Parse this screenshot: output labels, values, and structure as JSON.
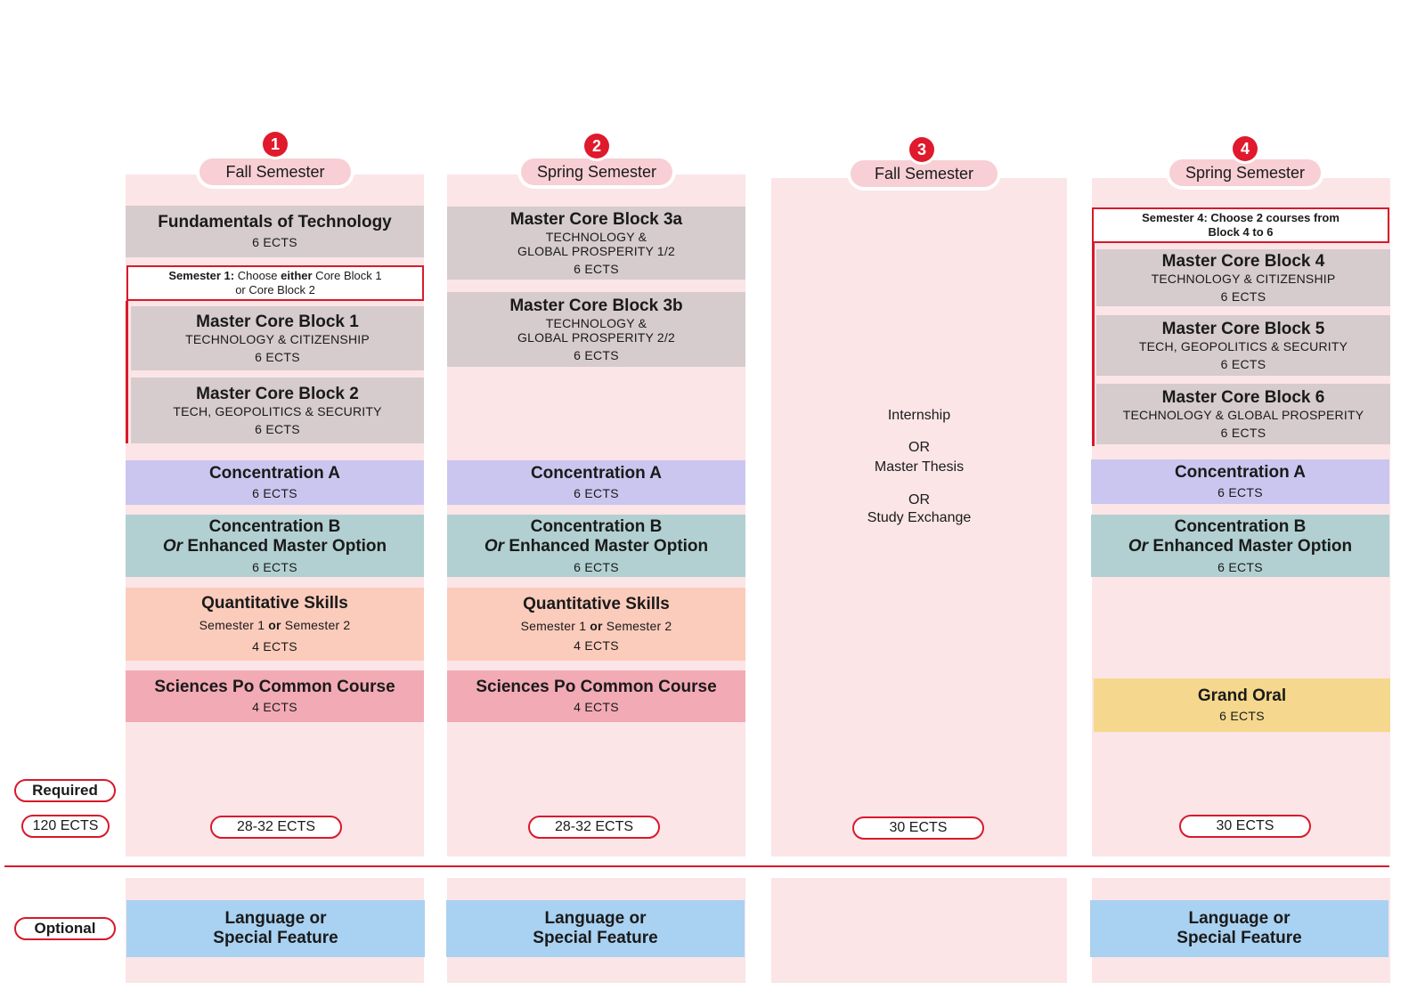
{
  "semesters": [
    {
      "number": "1",
      "label": "Fall Semester",
      "total": "28-32 ECTS"
    },
    {
      "number": "2",
      "label": "Spring Semester",
      "total": "28-32 ECTS"
    },
    {
      "number": "3",
      "label": "Fall Semester",
      "total": "30 ECTS"
    },
    {
      "number": "4",
      "label": "Spring Semester",
      "total": "30 ECTS"
    }
  ],
  "sem1": {
    "fundamentals": {
      "title": "Fundamentals of Technology",
      "ects": "6 ECTS"
    },
    "note": {
      "bold1": "Semester 1:",
      "text1": " Choose ",
      "bold2": "either",
      "text2": " Core Block 1",
      "line2": "or Core Block 2"
    },
    "core1": {
      "title": "Master Core Block 1",
      "sub": "TECHNOLOGY & CITIZENSHIP",
      "ects": "6 ECTS"
    },
    "core2": {
      "title": "Master Core Block 2",
      "sub": "TECH, GEOPOLITICS & SECURITY",
      "ects": "6 ECTS"
    }
  },
  "sem2": {
    "core3a": {
      "title": "Master Core Block 3a",
      "sub1": "TECHNOLOGY &",
      "sub2": "GLOBAL PROSPERITY 1/2",
      "ects": "6 ECTS"
    },
    "core3b": {
      "title": "Master Core Block 3b",
      "sub1": "TECHNOLOGY &",
      "sub2": "GLOBAL PROSPERITY 2/2",
      "ects": "6 ECTS"
    }
  },
  "sem3": {
    "option1": "Internship",
    "or1": "OR",
    "option2": "Master Thesis",
    "or2": "OR",
    "option3": "Study Exchange"
  },
  "sem4": {
    "note": {
      "bold1": "Semester 4:",
      "text1": " Choose 2 courses from",
      "line2": "Block 4 to 6"
    },
    "core4": {
      "title": "Master Core Block 4",
      "sub": "TECHNOLOGY & CITIZENSHIP",
      "ects": "6 ECTS"
    },
    "core5": {
      "title": "Master Core Block 5",
      "sub": "TECH, GEOPOLITICS & SECURITY",
      "ects": "6 ECTS"
    },
    "core6": {
      "title": "Master Core Block 6",
      "sub": "TECHNOLOGY & GLOBAL PROSPERITY",
      "ects": "6 ECTS"
    },
    "grand_oral": {
      "title": "Grand Oral",
      "ects": "6 ECTS"
    }
  },
  "common": {
    "conc_a": {
      "title": "Concentration A",
      "ects": "6 ECTS"
    },
    "conc_b": {
      "title": "Concentration B",
      "or": "Or",
      "title2": " Enhanced Master Option",
      "ects": "6 ECTS"
    },
    "quant": {
      "title": "Quantitative Skills",
      "sub_a": "Semester 1 ",
      "sub_or": "or",
      "sub_b": " Semester 2",
      "ects": "4 ECTS"
    },
    "sciencespo": {
      "title": "Sciences Po Common Course",
      "ects": "4 ECTS"
    },
    "language": {
      "line1": "Language or",
      "line2": "Special Feature"
    }
  },
  "legend": {
    "required": "Required",
    "total": "120 ECTS",
    "optional": "Optional"
  },
  "colors": {
    "accent": "#e0192c",
    "column": "#fbe5e7",
    "core": "#d6cbcd",
    "concentration_a": "#cbc6ef",
    "concentration_b": "#b2d0d1",
    "quant": "#fbcbbb",
    "common": "#f2aab5",
    "grand_oral": "#f5d88d",
    "language": "#a9d1f1"
  }
}
